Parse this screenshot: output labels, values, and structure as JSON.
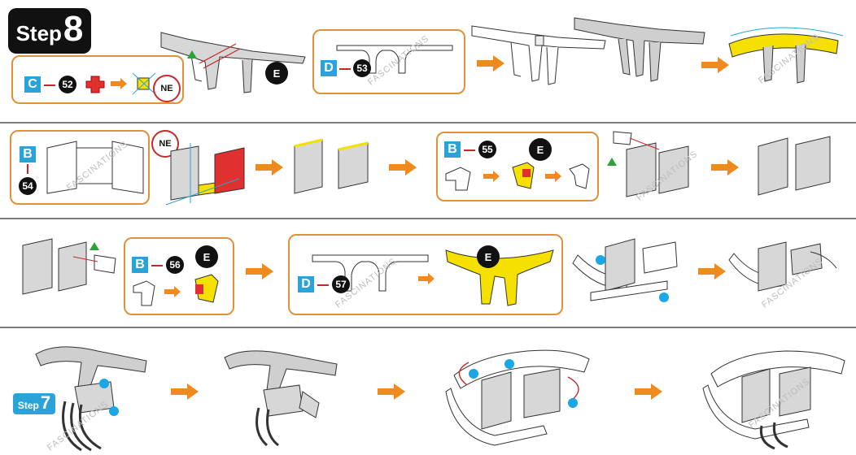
{
  "step": {
    "word": "Step",
    "number": "8"
  },
  "step_ref": {
    "word": "Step",
    "number": "7"
  },
  "watermark": "FASCINATIONS",
  "row1": {
    "panel_c": {
      "letter": "C",
      "part": "52",
      "label": "NE"
    },
    "tag_e": "E",
    "panel_d": {
      "letter": "D",
      "part": "53"
    }
  },
  "row2": {
    "panel_b": {
      "letter": "B",
      "part": "54"
    },
    "label_ne": "NE",
    "panel_b2": {
      "letter": "B",
      "part": "55",
      "tag": "E"
    }
  },
  "row3": {
    "panel_b": {
      "letter": "B",
      "part": "56",
      "tag": "E"
    },
    "panel_d": {
      "letter": "D",
      "part": "57",
      "tag": "E"
    }
  },
  "colors": {
    "accent_orange": "#e0913a",
    "arrow_orange": "#ef8a1f",
    "letter_blue": "#2aa3d8",
    "highlight_yellow": "#f5e000",
    "highlight_red": "#e0302f",
    "dot_blue": "#1aa7e3",
    "part_grey": "#cfcfcf"
  }
}
